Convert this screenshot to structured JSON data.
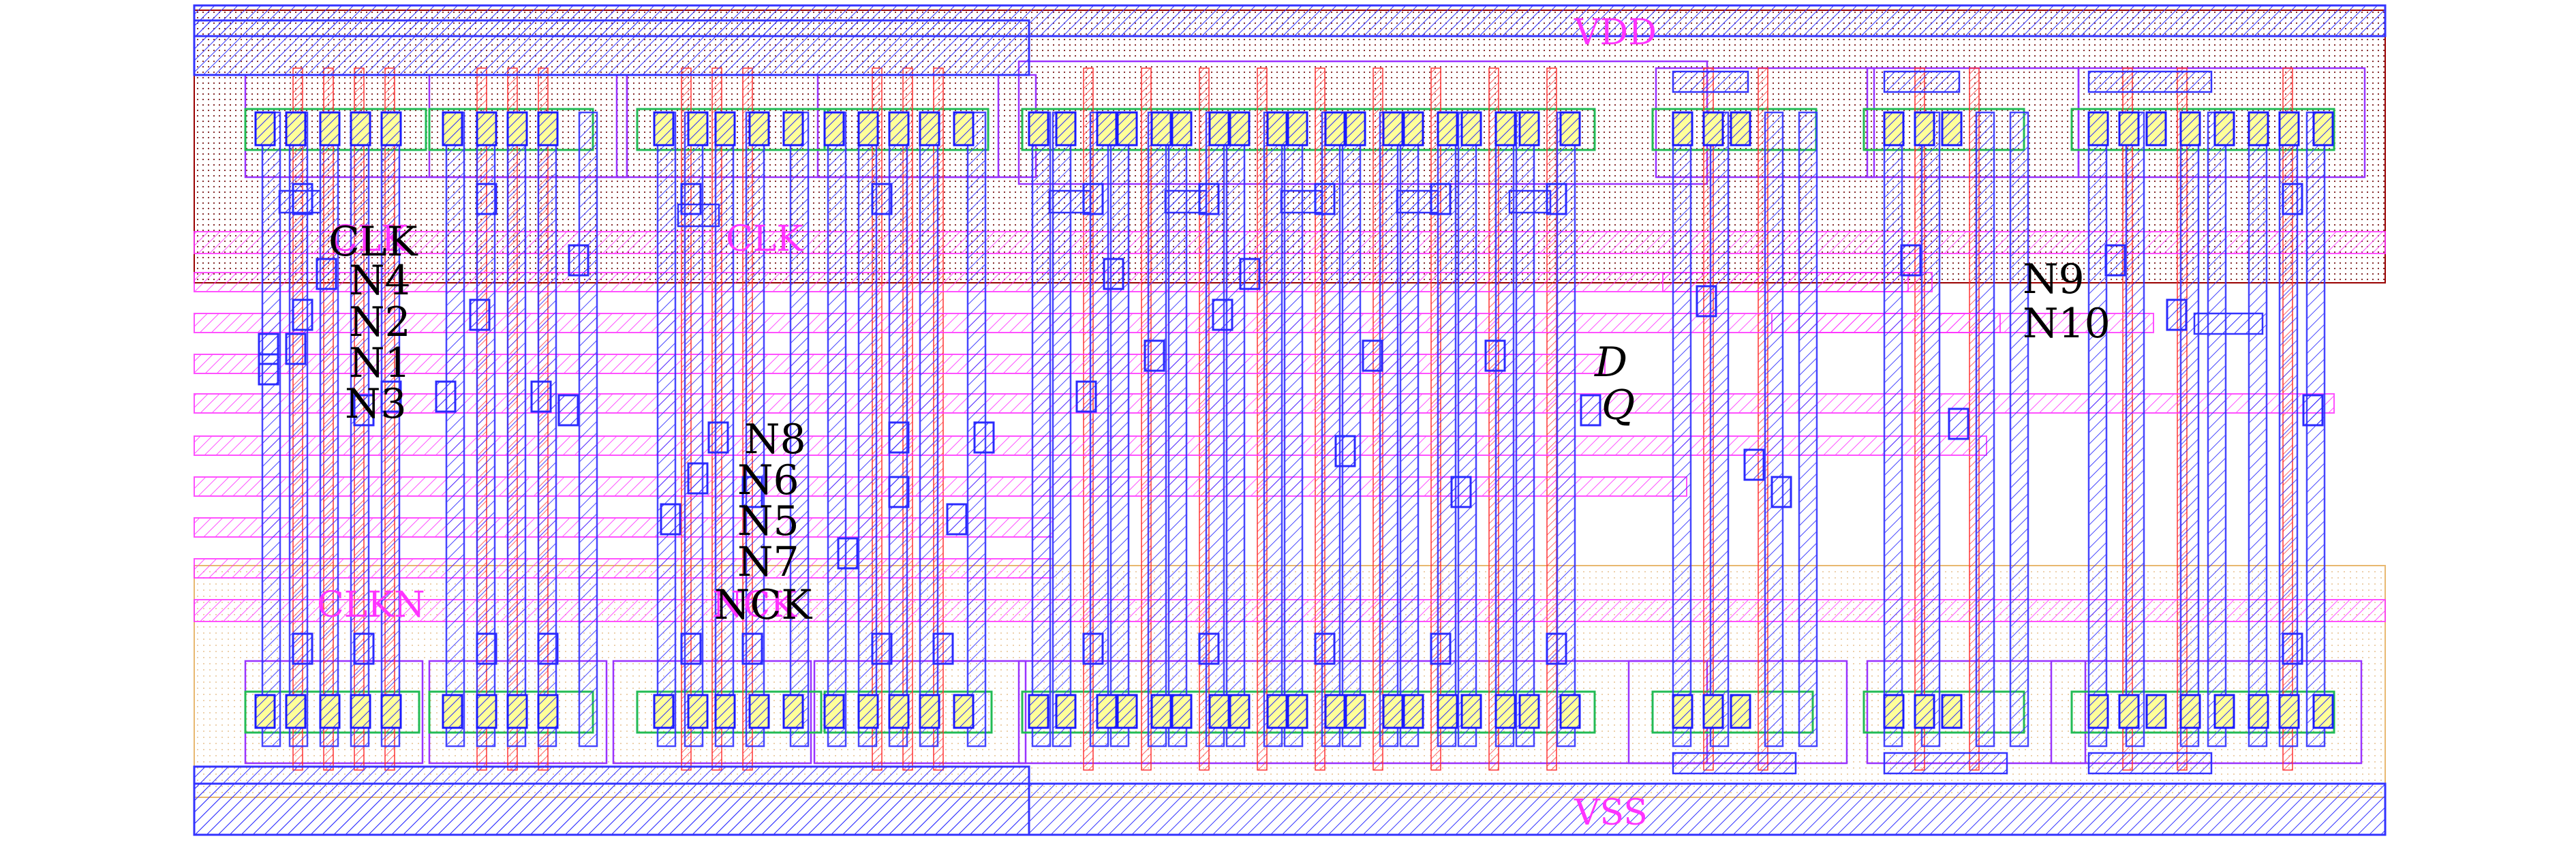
{
  "rails": {
    "vdd": "VDD",
    "vss": "VSS"
  },
  "net_labels_magenta": {
    "clk_left": "CLK",
    "clk_mid": "CLK",
    "clkn_left": "CLKN",
    "nck_mid": "NCK"
  },
  "net_labels_black": {
    "clk": "CLK",
    "n4": "N4",
    "n2": "N2",
    "n1": "N1",
    "n3": "N3",
    "n8": "N8",
    "n6": "N6",
    "n5": "N5",
    "n7": "N7",
    "nck": "NCK",
    "d": "D",
    "q": "Q",
    "n9": "N9",
    "n10": "N10"
  },
  "colors": {
    "metal1": "#3333ff",
    "metal2": "#ff33ff",
    "poly": "#ff3333",
    "active": "#22bb55",
    "nwell": "#990000",
    "pwell": "#f3d9a8",
    "implant": "#9933ff",
    "contact": "#1a1aff",
    "via_fill": "#ffff99"
  }
}
